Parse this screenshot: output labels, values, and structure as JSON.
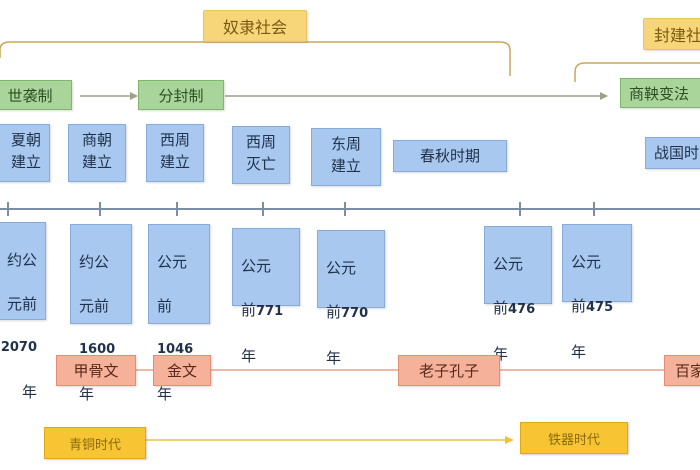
{
  "eras": {
    "slave_society": "奴隶社会",
    "feudal_society": "封建社"
  },
  "systems": {
    "hereditary": "世袭制",
    "enfeoffment": "分封制",
    "shang_yang_reform": "商鞅变法"
  },
  "events": {
    "xia": "夏朝\n建立",
    "shang": "商朝\n建立",
    "western_zhou": "西周\n建立",
    "western_zhou_fall": "西周\n灭亡",
    "eastern_zhou": "东周\n建立",
    "spring_autumn": "春秋时期",
    "warring_states": "战国时"
  },
  "dates": {
    "d2070": {
      "line1": "约公",
      "line2": "元前",
      "num": "2070",
      "line4": "年"
    },
    "d1600": {
      "line1": "约公",
      "line2": "元前",
      "num": "1600",
      "line4": "年"
    },
    "d1046": {
      "line1": "公元",
      "line2": "前",
      "num": "1046",
      "line4": "年"
    },
    "d771": {
      "line1": "公元",
      "pre": "前",
      "num": "771",
      "line4": "年"
    },
    "d770": {
      "line1": "公元",
      "pre": "前",
      "num": "770",
      "line4": "年"
    },
    "d476": {
      "line1": "公元",
      "pre": "前",
      "num": "476",
      "line4": "年"
    },
    "d475": {
      "line1": "公元",
      "pre": "前",
      "num": "475",
      "line4": "年"
    }
  },
  "culture": {
    "oracle_bone": "甲骨文",
    "bronze_script": "金文",
    "laozi_confucius": "老子孔子",
    "hundred_schools": "百家"
  },
  "ages": {
    "bronze_age": "青铜时代",
    "iron_age": "铁器时代"
  },
  "colors": {
    "era": "#f7d67a",
    "system": "#a9d49a",
    "event": "#a8c8ef",
    "culture": "#f6b19a",
    "age": "#f7c534",
    "line": "#7a8fa6"
  }
}
